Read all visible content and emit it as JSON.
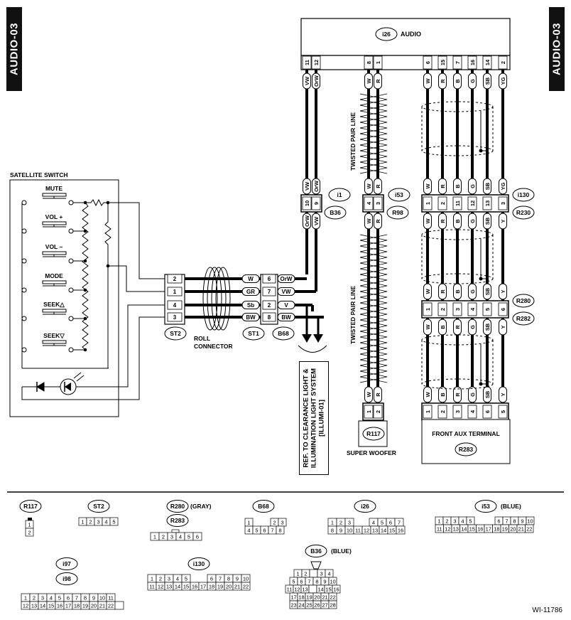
{
  "page_tag": "AUDIO-03",
  "figure_id": "WI-11786",
  "audio_unit": {
    "connector": "i26",
    "name": "AUDIO",
    "pins": [
      "11",
      "12",
      "8",
      "1",
      "6",
      "15",
      "7",
      "16",
      "14",
      "2"
    ],
    "wires": [
      "VW",
      "OrW",
      "W",
      "R",
      "W",
      "R",
      "B",
      "G",
      "SB",
      "YG"
    ]
  },
  "satellite_switch": {
    "title": "SATELLITE SWITCH",
    "buttons": [
      "MUTE",
      "VOL +",
      "VOL –",
      "MODE",
      "SEEK△",
      "SEEK▽"
    ]
  },
  "st2": {
    "label": "ST2",
    "pins": [
      "2",
      "1",
      "4",
      "3"
    ]
  },
  "roll_connector": {
    "line1": "ROLL",
    "line2": "CONNECTOR"
  },
  "st1": {
    "label": "ST1",
    "pins": [
      "6",
      "7",
      "2",
      "8"
    ],
    "wires_left": [
      "W",
      "GR",
      "Sb",
      "BW"
    ],
    "wires_right": [
      "OrW",
      "VW",
      "V",
      "BW"
    ]
  },
  "b68": "B68",
  "i1_block": {
    "top": "i1",
    "bottom": "B36",
    "pins_top": [
      "10",
      "9"
    ],
    "wires_top": [
      "VW",
      "OrW"
    ],
    "wires_bottom": [
      "OrW",
      "VW"
    ]
  },
  "i53_block": {
    "top": "i53",
    "bottom": "R98",
    "pins": [
      "4",
      "3"
    ],
    "wires": [
      "W",
      "R"
    ]
  },
  "i130_block": {
    "top": "i130",
    "bottom": "R230",
    "pins": [
      "1",
      "2",
      "11",
      "12",
      "13",
      "3"
    ],
    "wires_top": [
      "W",
      "R",
      "B",
      "G",
      "SB",
      "YG"
    ],
    "wires_bottom": [
      "W",
      "R",
      "B",
      "G",
      "SB",
      "Y"
    ]
  },
  "r280_block": {
    "top": "R280",
    "bottom": "R282",
    "pins": [
      "1",
      "2",
      "3",
      "4",
      "5",
      "6"
    ],
    "wires_top": [
      "W",
      "R",
      "B",
      "G",
      "SB",
      "Y"
    ],
    "wires_bottom": [
      "W",
      "B",
      "R",
      "G",
      "SB",
      "Y"
    ]
  },
  "twisted_pair": "TWISTED PAIR LINE",
  "super_woofer": {
    "connector": "R117",
    "name": "SUPER WOOFER",
    "pins": [
      "1",
      "2"
    ],
    "wires": [
      "W",
      "R"
    ]
  },
  "front_aux": {
    "connector": "R283",
    "name": "FRONT AUX TERMINAL",
    "pins": [
      "1",
      "2",
      "3",
      "4",
      "6",
      "5"
    ],
    "wires": [
      "W",
      "B",
      "R",
      "G",
      "SB",
      "Y"
    ]
  },
  "ref_note": [
    "REF. TO CLEARANCE LIGHT &",
    "ILLUMINATION LIGHT SYSTEM",
    "[ILLUMI-01]"
  ],
  "legend": {
    "r117": {
      "label": "R117",
      "pins": [
        "1",
        "2"
      ]
    },
    "st2": {
      "label": "ST2",
      "pins": [
        "1",
        "2",
        "3",
        "4",
        "5"
      ]
    },
    "r280": {
      "label": "R280",
      "note": "(GRAY)",
      "label2": "R283",
      "pins": [
        "1",
        "2",
        "3",
        "4",
        "5",
        "6"
      ]
    },
    "b68": {
      "label": "B68",
      "row1": [
        "1",
        "2",
        "3"
      ],
      "row2": [
        "4",
        "5",
        "6",
        "7",
        "8"
      ]
    },
    "i26": {
      "label": "i26",
      "row1": [
        "1",
        "2",
        "3",
        "4",
        "5",
        "6",
        "7"
      ],
      "row2": [
        "8",
        "9",
        "10",
        "11",
        "12",
        "13",
        "14",
        "15",
        "16"
      ]
    },
    "i53": {
      "label": "i53",
      "note": "(BLUE)",
      "row1": [
        "1",
        "2",
        "3",
        "4",
        "5",
        "6",
        "7",
        "8",
        "9",
        "10"
      ],
      "row2": [
        "11",
        "12",
        "13",
        "14",
        "15",
        "16",
        "17",
        "18",
        "19",
        "20",
        "21",
        "22"
      ]
    },
    "i97": {
      "label": "i97",
      "label2": "i98",
      "row1": [
        "1",
        "2",
        "3",
        "4",
        "5",
        "6",
        "7",
        "8",
        "9",
        "10",
        "11"
      ],
      "row2": [
        "12",
        "13",
        "14",
        "15",
        "16",
        "17",
        "18",
        "19",
        "20",
        "21",
        "22"
      ]
    },
    "i130": {
      "label": "i130",
      "row1": [
        "1",
        "2",
        "3",
        "4",
        "5",
        "6",
        "7",
        "8",
        "9",
        "10"
      ],
      "row2": [
        "11",
        "12",
        "13",
        "14",
        "15",
        "16",
        "17",
        "18",
        "19",
        "20",
        "21",
        "22"
      ]
    },
    "b36": {
      "label": "B36",
      "note": "(BLUE)",
      "rows": [
        [
          "1",
          "2",
          "",
          "3",
          "4"
        ],
        [
          "5",
          "6",
          "7",
          "8",
          "9",
          "10"
        ],
        [
          "11",
          "12",
          "13",
          "",
          "14",
          "15",
          "16"
        ],
        [
          "17",
          "18",
          "19",
          "20",
          "21",
          "22"
        ],
        [
          "23",
          "24",
          "25",
          "26",
          "27",
          "28"
        ]
      ]
    }
  }
}
